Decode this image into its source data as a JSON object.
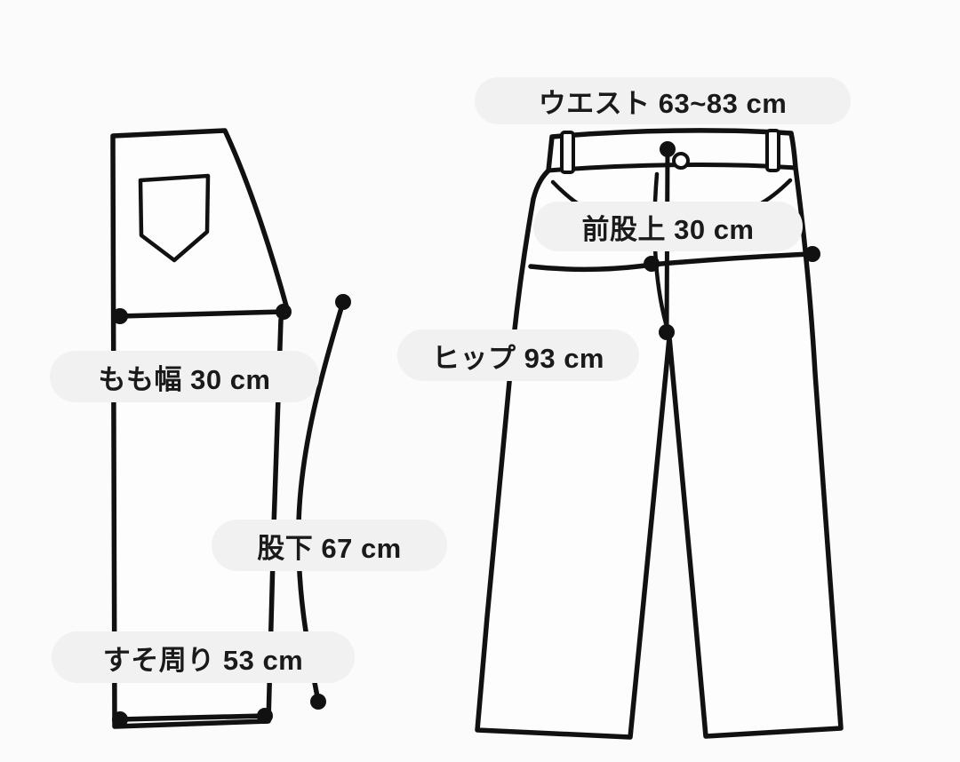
{
  "page": {
    "background": "#fbfbfb"
  },
  "diagram": {
    "type": "pants-size-measurement-diagram",
    "unit": "cm",
    "labels": {
      "waist": "ウエスト 63~83 cm",
      "front_rise": "前股上 30 cm",
      "hip": "ヒップ 93 cm",
      "thigh_width": "もも幅 30 cm",
      "inseam": "股下 67 cm",
      "hem_around": "すそ周り 53 cm"
    },
    "measurements": [
      {
        "name": "ウエスト",
        "value": "63~83",
        "unit": "cm"
      },
      {
        "name": "前股上",
        "value": "30",
        "unit": "cm"
      },
      {
        "name": "ヒップ",
        "value": "93",
        "unit": "cm"
      },
      {
        "name": "もも幅",
        "value": "30",
        "unit": "cm"
      },
      {
        "name": "股下",
        "value": "67",
        "unit": "cm"
      },
      {
        "name": "すそ周り",
        "value": "53",
        "unit": "cm"
      }
    ],
    "colors": {
      "line": "#111111",
      "pill_background": "#f1f1f2",
      "text": "#1a1a1a"
    }
  }
}
